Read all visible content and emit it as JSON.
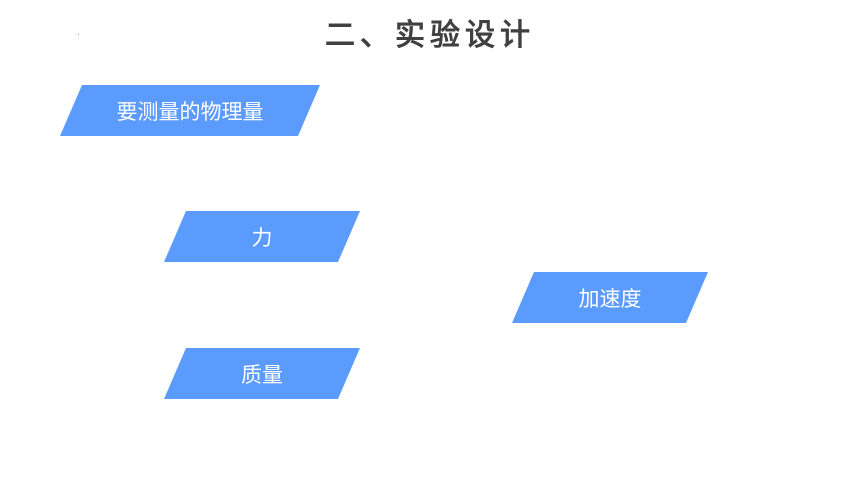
{
  "title": "二、实验设计",
  "colors": {
    "shape_fill": "#5b9bfd",
    "title_text": "#404040",
    "label_text": "#ffffff"
  },
  "shapes": {
    "main": "要测量的物理量",
    "force": "力",
    "acceleration": "加速度",
    "mass": "质量"
  }
}
